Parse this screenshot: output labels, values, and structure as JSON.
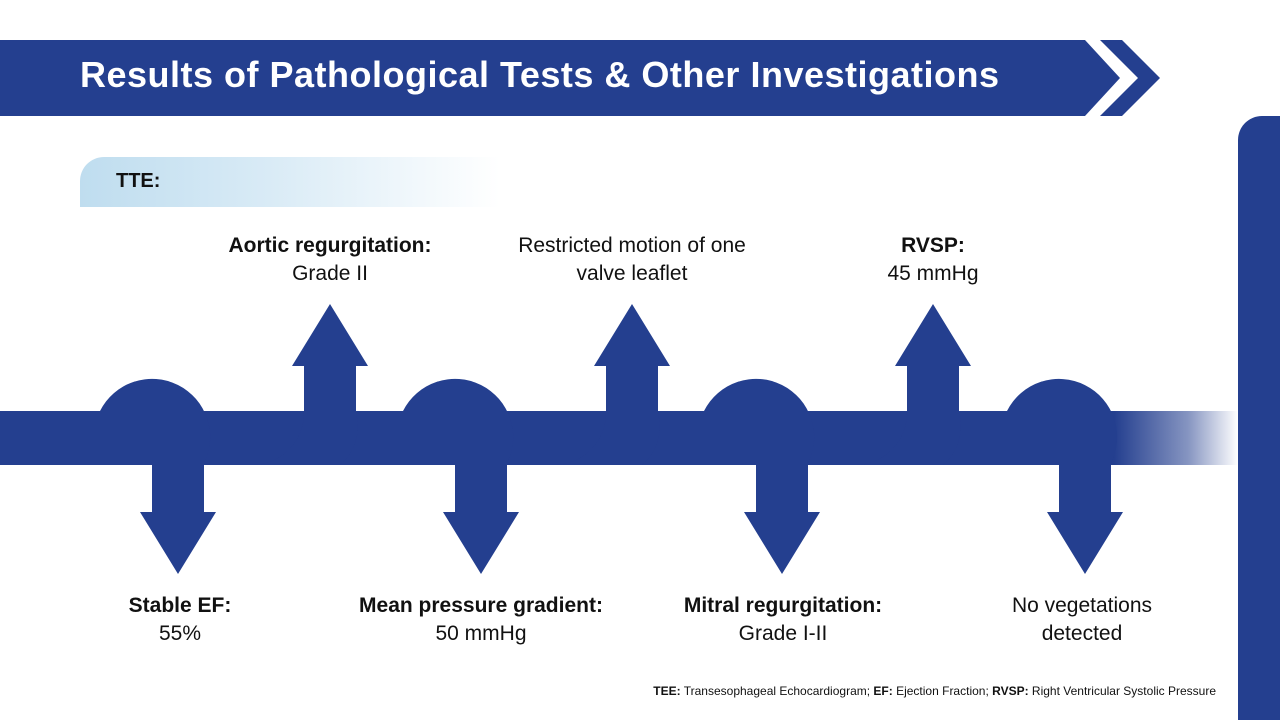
{
  "slide": {
    "title": "Results of Pathological Tests & Other Investigations",
    "section_label": "TTE:"
  },
  "findings_above": [
    {
      "heading": "Aortic regurgitation:",
      "value": "Grade II",
      "heading_bold": true
    },
    {
      "heading": "Restricted motion of one",
      "value": "valve leaflet",
      "heading_bold": false
    },
    {
      "heading": "RVSP:",
      "value": "45 mmHg",
      "heading_bold": true
    }
  ],
  "findings_below": [
    {
      "heading": "Stable EF:",
      "value": "55%",
      "heading_bold": true
    },
    {
      "heading": "Mean pressure gradient:",
      "value": "50 mmHg",
      "heading_bold": true
    },
    {
      "heading": "Mitral regurgitation:",
      "value": "Grade I-II",
      "heading_bold": true
    },
    {
      "heading": "No vegetations",
      "value": "detected",
      "heading_bold": false
    }
  ],
  "footnote": {
    "items": [
      {
        "abbr": "TEE:",
        "text": " Transesophageal Echocardiogram; "
      },
      {
        "abbr": "EF:",
        "text": " Ejection Fraction; "
      },
      {
        "abbr": "RVSP:",
        "text": " Right Ventricular Systolic Pressure"
      }
    ]
  },
  "colors": {
    "primary": "#243f8f",
    "tag_gradient_start": "#bfddef",
    "text": "#111111",
    "background": "#ffffff"
  }
}
